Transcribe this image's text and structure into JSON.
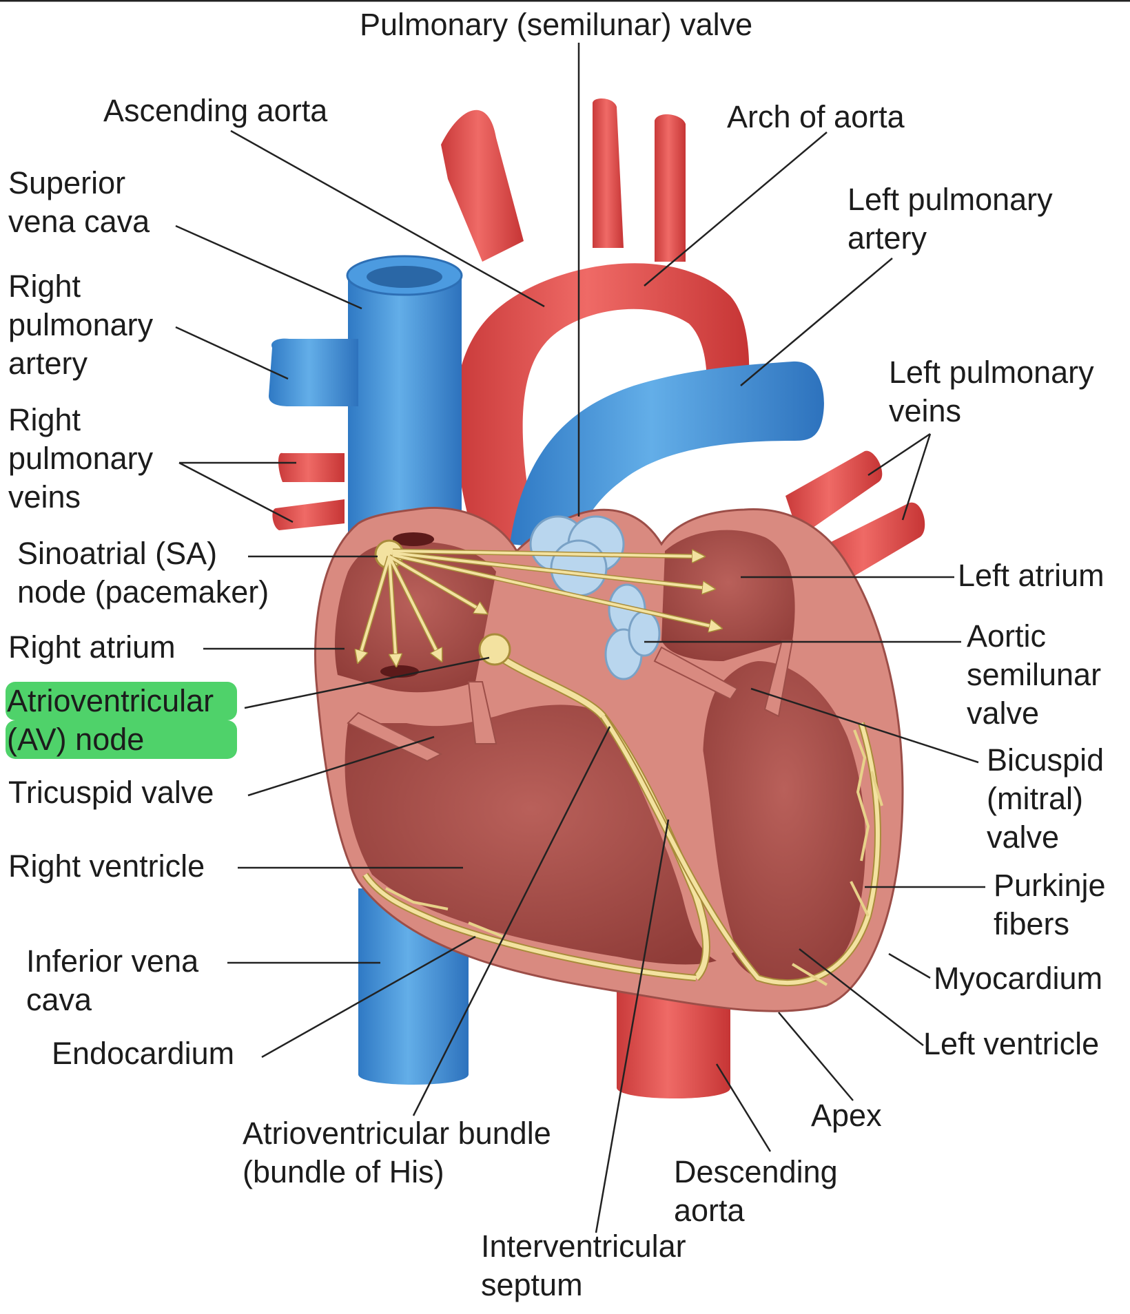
{
  "labels": {
    "pulmonary_valve": "Pulmonary (semilunar) valve",
    "ascending_aorta": "Ascending aorta",
    "arch_of_aorta": "Arch of aorta",
    "superior_vena_cava": [
      "Superior",
      "vena cava"
    ],
    "left_pulmonary_artery": [
      "Left pulmonary",
      "artery"
    ],
    "right_pulmonary_artery": [
      "Right",
      "pulmonary",
      "artery"
    ],
    "left_pulmonary_veins": [
      "Left pulmonary",
      "veins"
    ],
    "right_pulmonary_veins": [
      "Right",
      "pulmonary",
      "veins"
    ],
    "sa_node": [
      "Sinoatrial (SA)",
      "node (pacemaker)"
    ],
    "left_atrium": "Left atrium",
    "right_atrium": "Right atrium",
    "aortic_valve": [
      "Aortic",
      "semilunar",
      "valve"
    ],
    "av_node": [
      "Atrioventricular",
      "(AV) node"
    ],
    "bicuspid_valve": [
      "Bicuspid",
      "(mitral)",
      "valve"
    ],
    "tricuspid_valve": "Tricuspid valve",
    "right_ventricle": "Right ventricle",
    "purkinje_fibers": [
      "Purkinje",
      "fibers"
    ],
    "inferior_vena_cava": [
      "Inferior vena",
      "cava"
    ],
    "myocardium": "Myocardium",
    "endocardium": "Endocardium",
    "left_ventricle": "Left ventricle",
    "apex": "Apex",
    "av_bundle": [
      "Atrioventricular bundle",
      "(bundle of His)"
    ],
    "descending_aorta": [
      "Descending",
      "aorta"
    ],
    "interventricular_septum": [
      "Interventricular",
      "septum"
    ]
  },
  "highlighted_label": "av_node",
  "colors": {
    "artery_red": "#e0504f",
    "vein_blue": "#3f8ed6",
    "myocardium_pink": "#d98a80",
    "chamber_dark": "#a84a45",
    "valve_light_blue": "#b9d6ee",
    "conduction_yellow": "#f3e2a0",
    "highlight_green": "#4fd26a"
  }
}
